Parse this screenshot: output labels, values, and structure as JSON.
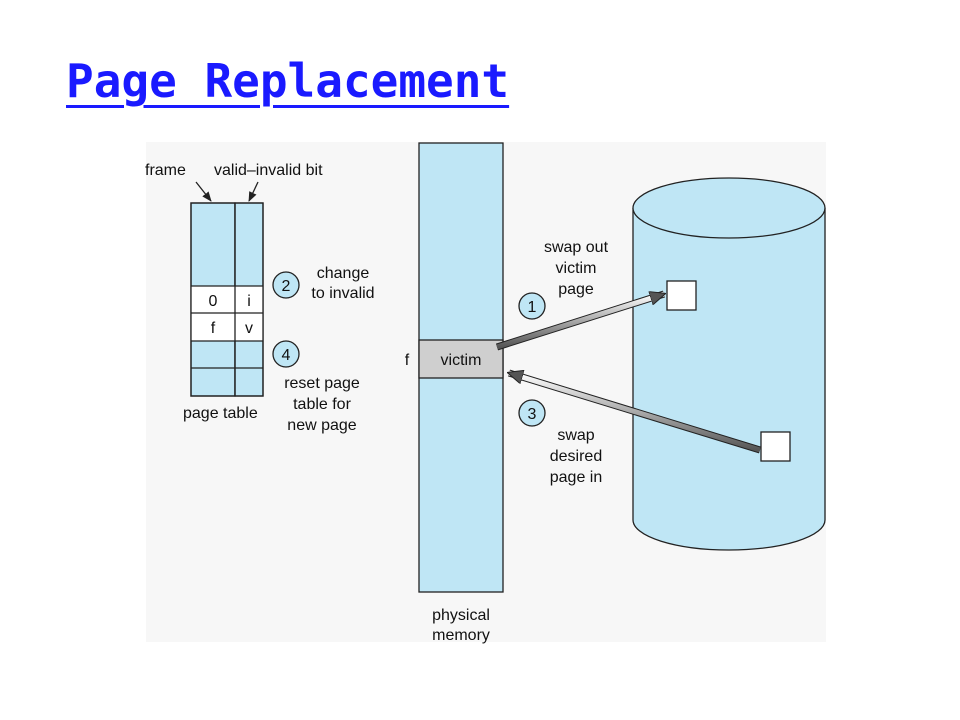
{
  "title": "Page Replacement",
  "colors": {
    "title": "#1a1aff",
    "fill_light_blue": "#bfe6f5",
    "victim_fill": "#cfcfcf",
    "stroke": "#222222",
    "figure_background": "#f7f7f7"
  },
  "labels": {
    "frame": "frame",
    "valid_invalid_bit": "valid–invalid bit",
    "page_table": "page table",
    "physical_memory_line1": "physical",
    "physical_memory_line2": "memory",
    "victim": "victim",
    "f_label": "f"
  },
  "page_table_rows": [
    {
      "frame": "0",
      "bit": "i"
    },
    {
      "frame": "f",
      "bit": "v"
    }
  ],
  "steps": [
    {
      "number": "1",
      "lines": [
        "swap out",
        "victim",
        "page"
      ]
    },
    {
      "number": "2",
      "lines": [
        "change",
        "to invalid"
      ]
    },
    {
      "number": "3",
      "lines": [
        "swap",
        "desired",
        "page in"
      ]
    },
    {
      "number": "4",
      "lines": [
        "reset page",
        "table for",
        "new page"
      ]
    }
  ]
}
